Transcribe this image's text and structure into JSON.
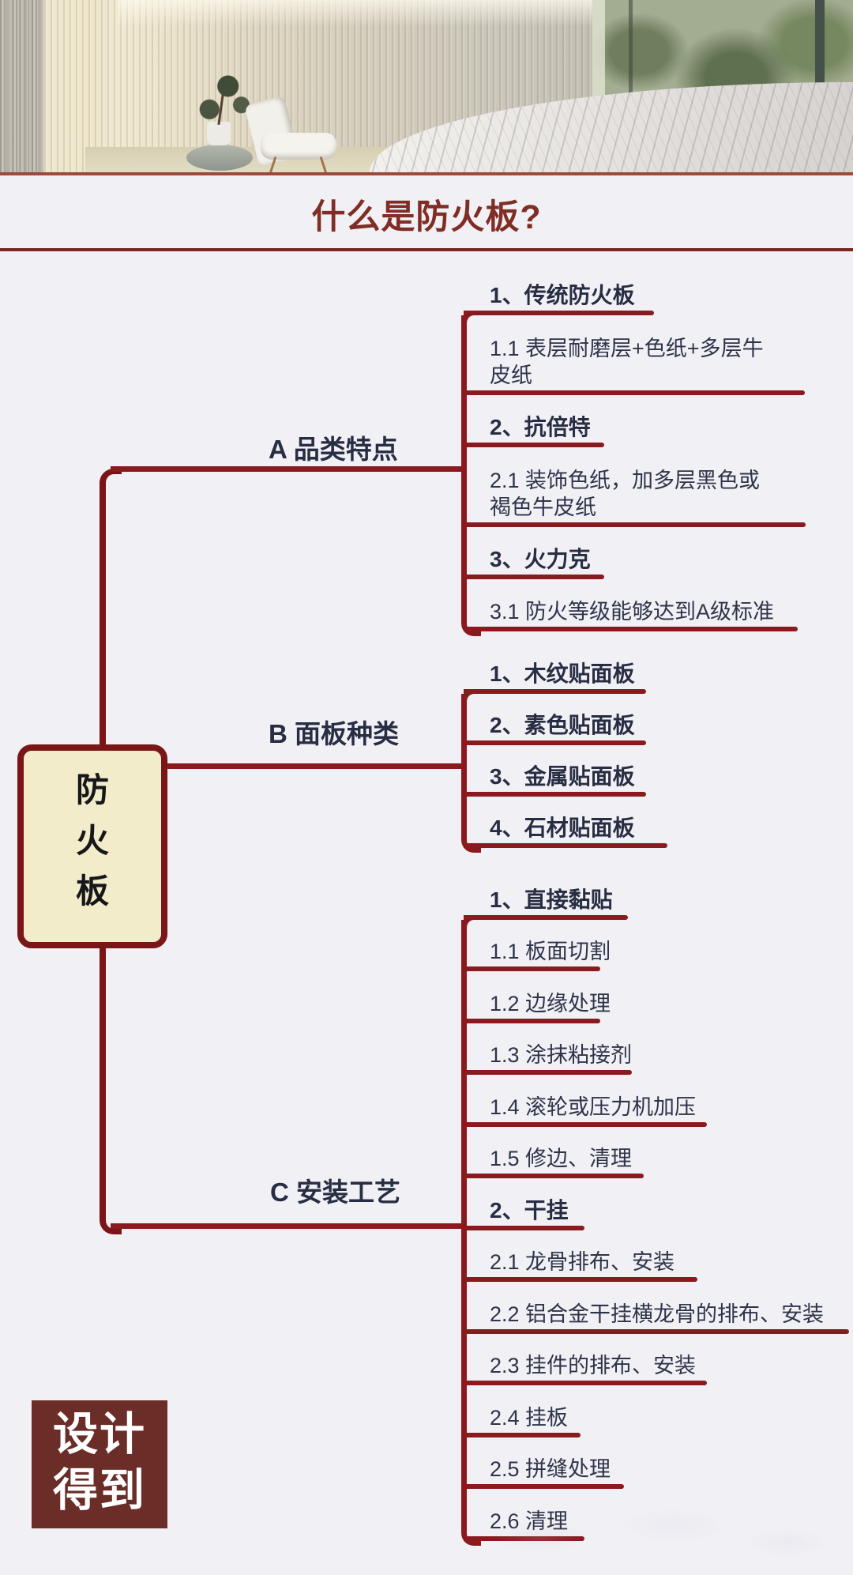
{
  "header": {
    "title": "什么是防火板?"
  },
  "root": {
    "label": "防火板"
  },
  "branches": [
    {
      "label": "A 品类特点",
      "children": [
        {
          "label": "1、传统防火板"
        },
        {
          "label": "1.1 表层耐磨层+色纸+多层牛\n皮纸"
        },
        {
          "label": "2、抗倍特"
        },
        {
          "label": "2.1 装饰色纸，加多层黑色或\n褐色牛皮纸"
        },
        {
          "label": "3、火力克"
        },
        {
          "label": "3.1 防火等级能够达到A级标准"
        }
      ]
    },
    {
      "label": "B 面板种类",
      "children": [
        {
          "label": "1、木纹贴面板"
        },
        {
          "label": "2、素色贴面板"
        },
        {
          "label": "3、金属贴面板"
        },
        {
          "label": "4、石材贴面板"
        }
      ]
    },
    {
      "label": "C 安装工艺",
      "children": [
        {
          "label": "1、直接黏贴"
        },
        {
          "label": "1.1 板面切割"
        },
        {
          "label": "1.2 边缘处理"
        },
        {
          "label": "1.3 涂抹粘接剂"
        },
        {
          "label": "1.4 滚轮或压力机加压"
        },
        {
          "label": "1.5 修边、清理"
        },
        {
          "label": "2、干挂"
        },
        {
          "label": "2.1 龙骨排布、安装"
        },
        {
          "label": "2.2 铝合金干挂横龙骨的排布、安装"
        },
        {
          "label": "2.3 挂件的排布、安装"
        },
        {
          "label": "2.4 挂板"
        },
        {
          "label": "2.5 拼缝处理"
        },
        {
          "label": "2.6 清理"
        }
      ]
    }
  ],
  "logo": {
    "line1": "设计",
    "line2": "得到"
  },
  "colors": {
    "connector": "#8a1a1e",
    "trunk": "#7c1417",
    "title": "#7f2d25",
    "text": "#2e3449",
    "bold_text": "#272d42",
    "root_fill": "#f2ecca",
    "root_border": "#7a1518",
    "logo_bg": "#6b2d27",
    "background": "#f1f0f5",
    "photo_divider": "#9c4a3a"
  }
}
